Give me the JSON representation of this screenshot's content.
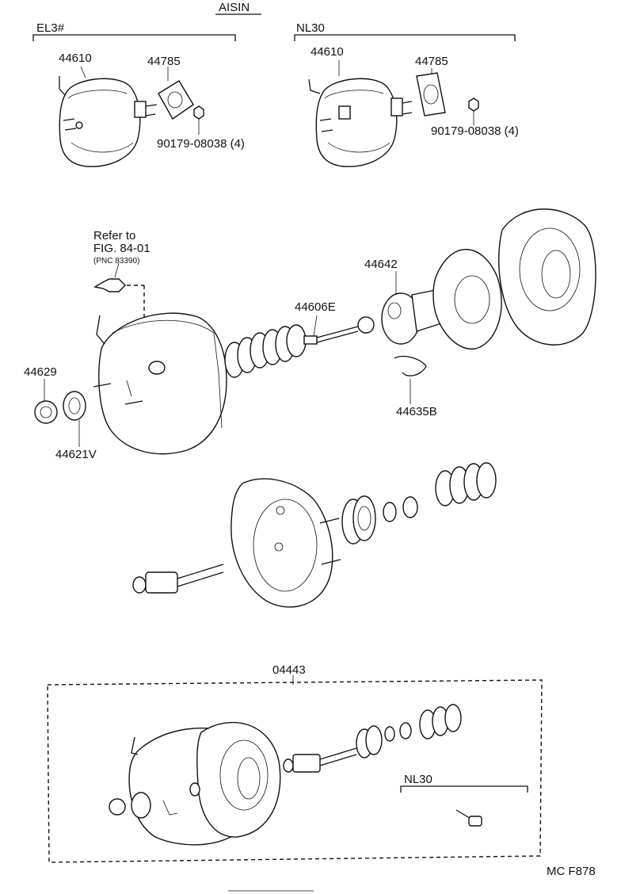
{
  "labels": {
    "aisin": "AISIN",
    "el3": "EL3#",
    "nl30_top": "NL30",
    "p44610_left": "44610",
    "p44785_left": "44785",
    "p90179_left": "90179-08038 (4)",
    "p44610_right": "44610",
    "p44785_right": "44785",
    "p90179_right": "90179-08038 (4)",
    "refer_to": "Refer to",
    "fig": "FIG. 84-01",
    "pnc": "(PNC 83390)",
    "p44642": "44642",
    "p44606e": "44606E",
    "p44629": "44629",
    "p44621v": "44621V",
    "p44635b": "44635B",
    "p04443": "04443",
    "nl30_bottom": "NL30",
    "code": "MC F878"
  }
}
